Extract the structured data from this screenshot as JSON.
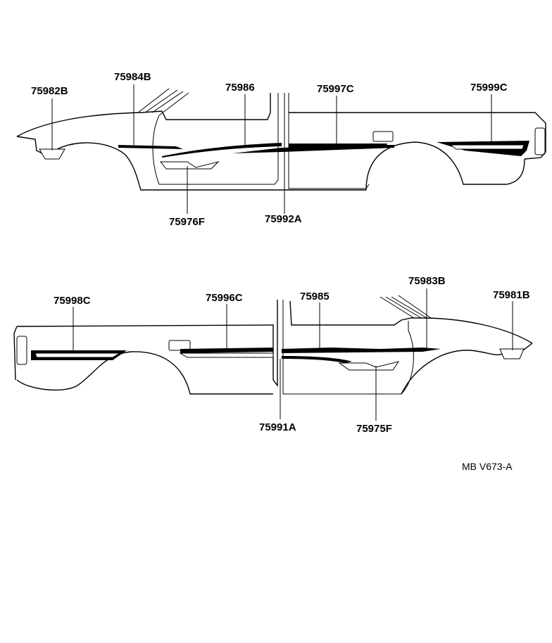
{
  "title": "",
  "reference_code": "MB V673-A",
  "views": [
    {
      "id": "right-side",
      "callouts": {
        "c75982B": "75982B",
        "c75984B": "75984B",
        "c75986": "75986",
        "c75997C": "75997C",
        "c75999C": "75999C",
        "c75976F": "75976F",
        "c75992A": "75992A"
      }
    },
    {
      "id": "left-side",
      "callouts": {
        "c75998C": "75998C",
        "c75996C": "75996C",
        "c75985": "75985",
        "c75983B": "75983B",
        "c75981B": "75981B",
        "c75991A": "75991A",
        "c75975F": "75975F"
      }
    }
  ]
}
